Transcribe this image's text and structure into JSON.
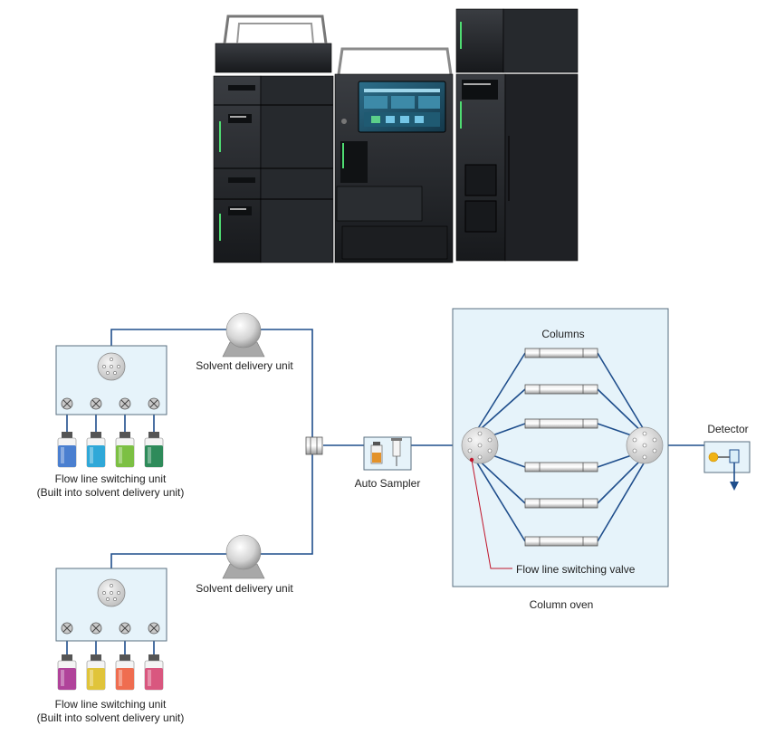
{
  "labels": {
    "solvent_unit_top": "Solvent delivery unit",
    "solvent_unit_bottom": "Solvent delivery unit",
    "switch_unit_top_line1": "Flow line switching unit",
    "switch_unit_top_line2": "(Built into solvent delivery unit)",
    "switch_unit_bottom_line1": "Flow line switching unit",
    "switch_unit_bottom_line2": "(Built into solvent delivery unit)",
    "auto_sampler": "Auto Sampler",
    "columns": "Columns",
    "switching_valve": "Flow line switching valve",
    "column_oven": "Column oven",
    "detector": "Detector"
  },
  "colors": {
    "flow_line": "#1f4e8c",
    "panel_fill": "#e6f3fa",
    "panel_border": "#5a6f80",
    "pointer_line": "#c0142a",
    "bottles_top": [
      "#4a7fd0",
      "#2fa8d8",
      "#7cc043",
      "#2e8b5a"
    ],
    "bottles_bottom": [
      "#b0439a",
      "#e0c43a",
      "#ef6d50",
      "#d9577f"
    ]
  },
  "icons": {
    "pump": "pump-icon",
    "valve": "rotary-valve-icon",
    "switch_valve": "solenoid-valve-icon",
    "bottle": "solvent-bottle-icon",
    "mixer": "mixer-icon",
    "sampler": "auto-sampler-icon",
    "column": "column-icon",
    "detector": "detector-icon",
    "instrument": "hplc-instrument-photo"
  }
}
